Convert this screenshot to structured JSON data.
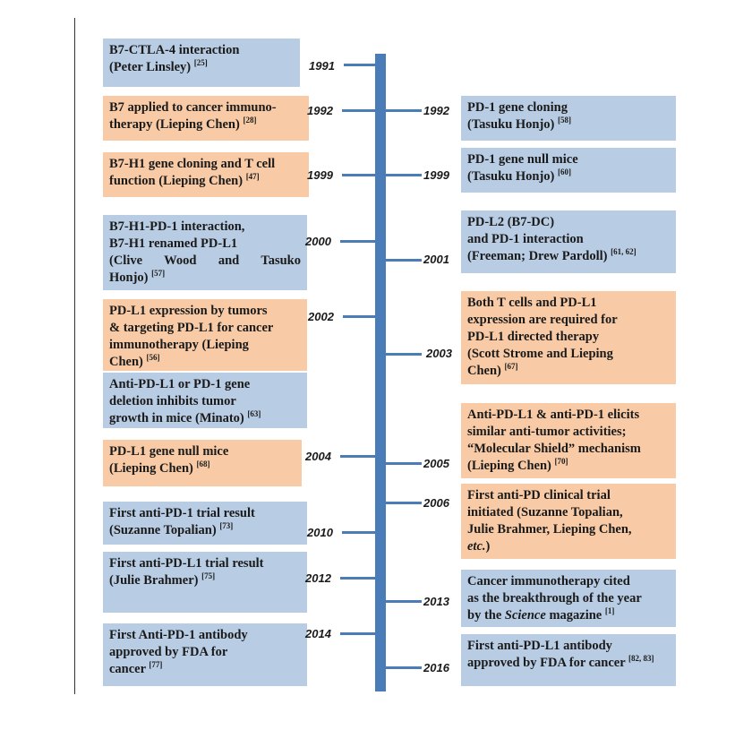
{
  "events_left": [
    {
      "year": "1991",
      "color": "blue",
      "lines": [
        "B7-CTLA-4 interaction",
        "(Peter Linsley)"
      ],
      "ref": "[25]"
    },
    {
      "year": "1992",
      "color": "orange",
      "lines": [
        "B7 applied to cancer immuno-",
        "therapy (Lieping Chen)"
      ],
      "ref": "[28]"
    },
    {
      "year": "1999",
      "color": "orange",
      "lines": [
        "B7-H1 gene cloning and T cell",
        "function (Lieping Chen)"
      ],
      "ref": "[47]"
    },
    {
      "year": "2000",
      "color": "blue",
      "lines": [
        "B7-H1-PD-1 interaction,",
        "B7-H1 renamed PD-L1",
        "(Clive Wood and Tasuko",
        "Honjo)"
      ],
      "ref": "[57]"
    },
    {
      "year": "2002",
      "color": "orange",
      "lines": [
        "PD-L1 expression by tumors",
        "& targeting PD-L1 for cancer",
        "immunotherapy (Lieping",
        "Chen)"
      ],
      "ref": "[56]"
    },
    {
      "year": "",
      "color": "blue",
      "lines": [
        "Anti-PD-L1 or PD-1 gene",
        "deletion inhibits tumor",
        "growth in mice (Minato)"
      ],
      "ref": "[63]"
    },
    {
      "year": "2004",
      "color": "orange",
      "lines": [
        "PD-L1 gene null mice",
        "(Lieping Chen)"
      ],
      "ref": "[68]"
    },
    {
      "year": "2010",
      "color": "blue",
      "lines": [
        "First anti-PD-1 trial result",
        "(Suzanne Topalian)"
      ],
      "ref": "[73]"
    },
    {
      "year": "2012",
      "color": "blue",
      "lines": [
        "First anti-PD-L1 trial result",
        "(Julie Brahmer)"
      ],
      "ref": "[75]"
    },
    {
      "year": "2014",
      "color": "blue",
      "lines": [
        "First Anti-PD-1 antibody",
        "approved  by FDA for",
        "cancer"
      ],
      "ref": "[77]"
    }
  ],
  "events_right": [
    {
      "year": "1992",
      "color": "blue",
      "lines": [
        "PD-1 gene cloning",
        "(Tasuku Honjo)"
      ],
      "ref": "[58]"
    },
    {
      "year": "1999",
      "color": "blue",
      "lines": [
        "PD-1 gene null mice",
        "(Tasuku Honjo)"
      ],
      "ref": "[60]"
    },
    {
      "year": "2001",
      "color": "blue",
      "lines": [
        "PD-L2 (B7-DC)",
        "and PD-1 interaction",
        "(Freeman; Drew Pardoll)"
      ],
      "ref": "[61, 62]"
    },
    {
      "year": "2003",
      "color": "orange",
      "lines": [
        "Both T cells and PD-L1",
        "expression are required for",
        "PD-L1 directed therapy",
        "(Scott Strome and Lieping",
        "Chen)"
      ],
      "ref": "[67]"
    },
    {
      "year": "2005",
      "color": "orange",
      "lines": [
        "Anti-PD-L1 & anti-PD-1 elicits",
        "similar anti-tumor activities;",
        "“Molecular Shield” mechanism",
        "(Lieping Chen)"
      ],
      "ref": "[70]"
    },
    {
      "year": "2006",
      "color": "orange",
      "lines": [
        "First anti-PD clinical trial",
        "initiated (Suzanne Topalian,",
        "Julie Brahmer, Lieping Chen,"
      ],
      "last_italic": "etc.",
      "last_close": ")"
    },
    {
      "year": "2013",
      "color": "blue",
      "lines": [
        "Cancer immunotherapy cited",
        "as the breakthrough of the year",
        "by the"
      ],
      "italic_word": "Science",
      "after_italic": " magazine",
      "ref": "[1]"
    },
    {
      "year": "2016",
      "color": "blue",
      "lines": [
        "First anti-PD-L1 antibody",
        "approved by FDA for cancer"
      ],
      "ref": "[82, 83]"
    }
  ]
}
